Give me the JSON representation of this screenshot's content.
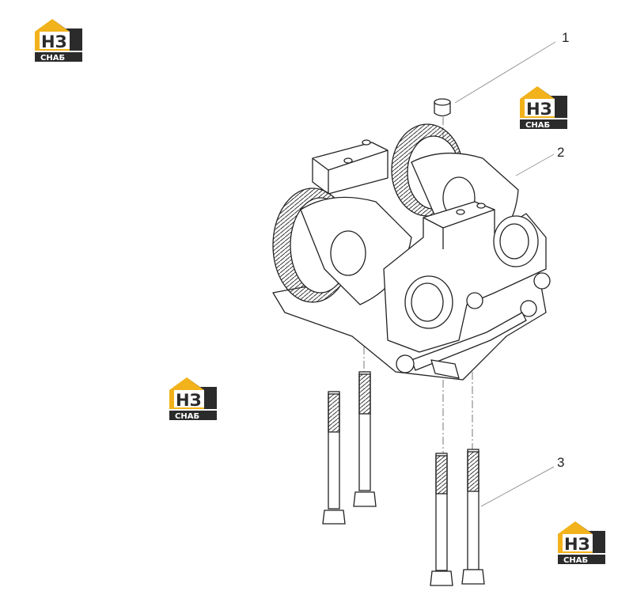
{
  "callouts": [
    {
      "id": "callout-1",
      "label": "1"
    },
    {
      "id": "callout-2",
      "label": "2"
    },
    {
      "id": "callout-3",
      "label": "3"
    }
  ],
  "watermark": {
    "top_text": "НЗ",
    "bottom_text": "СНАБ",
    "accent_color": "#f2b21b",
    "dark_color": "#2b2b2b"
  },
  "colors": {
    "line": "#222222",
    "leader": "#888888"
  }
}
